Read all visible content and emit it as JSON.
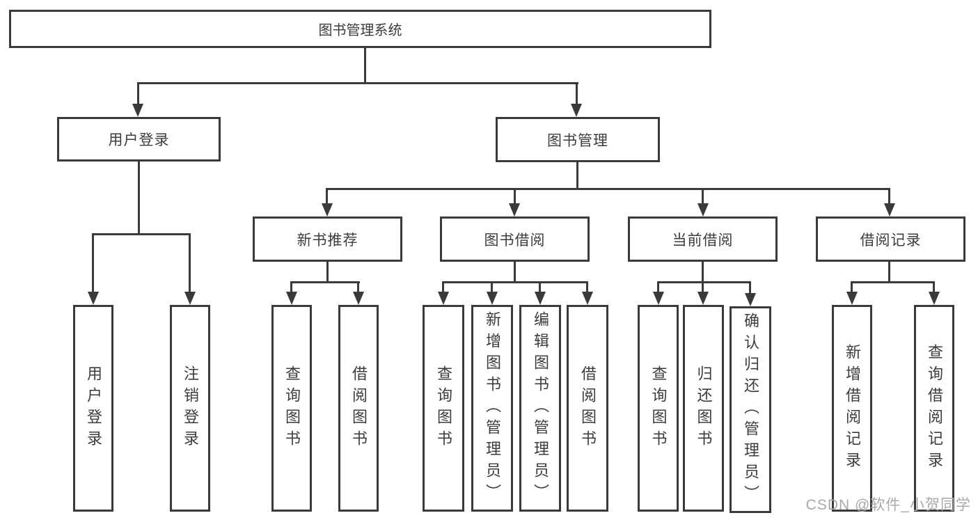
{
  "colors": {
    "line": "#3a3a3a",
    "text": "#3c3c3c",
    "watermark": "#a9a9a9",
    "background": "#ffffff"
  },
  "tree": {
    "root": {
      "label": "图书管理系统"
    },
    "branches": [
      {
        "label": "用户登录",
        "children": [
          {
            "label": "用户登录"
          },
          {
            "label": "注销登录"
          }
        ]
      },
      {
        "label": "图书管理",
        "children": [
          {
            "label": "新书推荐",
            "children": [
              {
                "label": "查询图书"
              },
              {
                "label": "借阅图书"
              }
            ]
          },
          {
            "label": "图书借阅",
            "children": [
              {
                "label": "查询图书"
              },
              {
                "label": "新增图书（管理员）"
              },
              {
                "label": "编辑图书（管理员）"
              },
              {
                "label": "借阅图书"
              }
            ]
          },
          {
            "label": "当前借阅",
            "children": [
              {
                "label": "查询图书"
              },
              {
                "label": "归还图书"
              },
              {
                "label": "确认归还（管理员）"
              }
            ]
          },
          {
            "label": "借阅记录",
            "children": [
              {
                "label": "新增借阅记录"
              },
              {
                "label": "查询借阅记录"
              }
            ]
          }
        ]
      }
    ]
  },
  "watermark": {
    "text": "CSDN @软件_小贺同学"
  }
}
